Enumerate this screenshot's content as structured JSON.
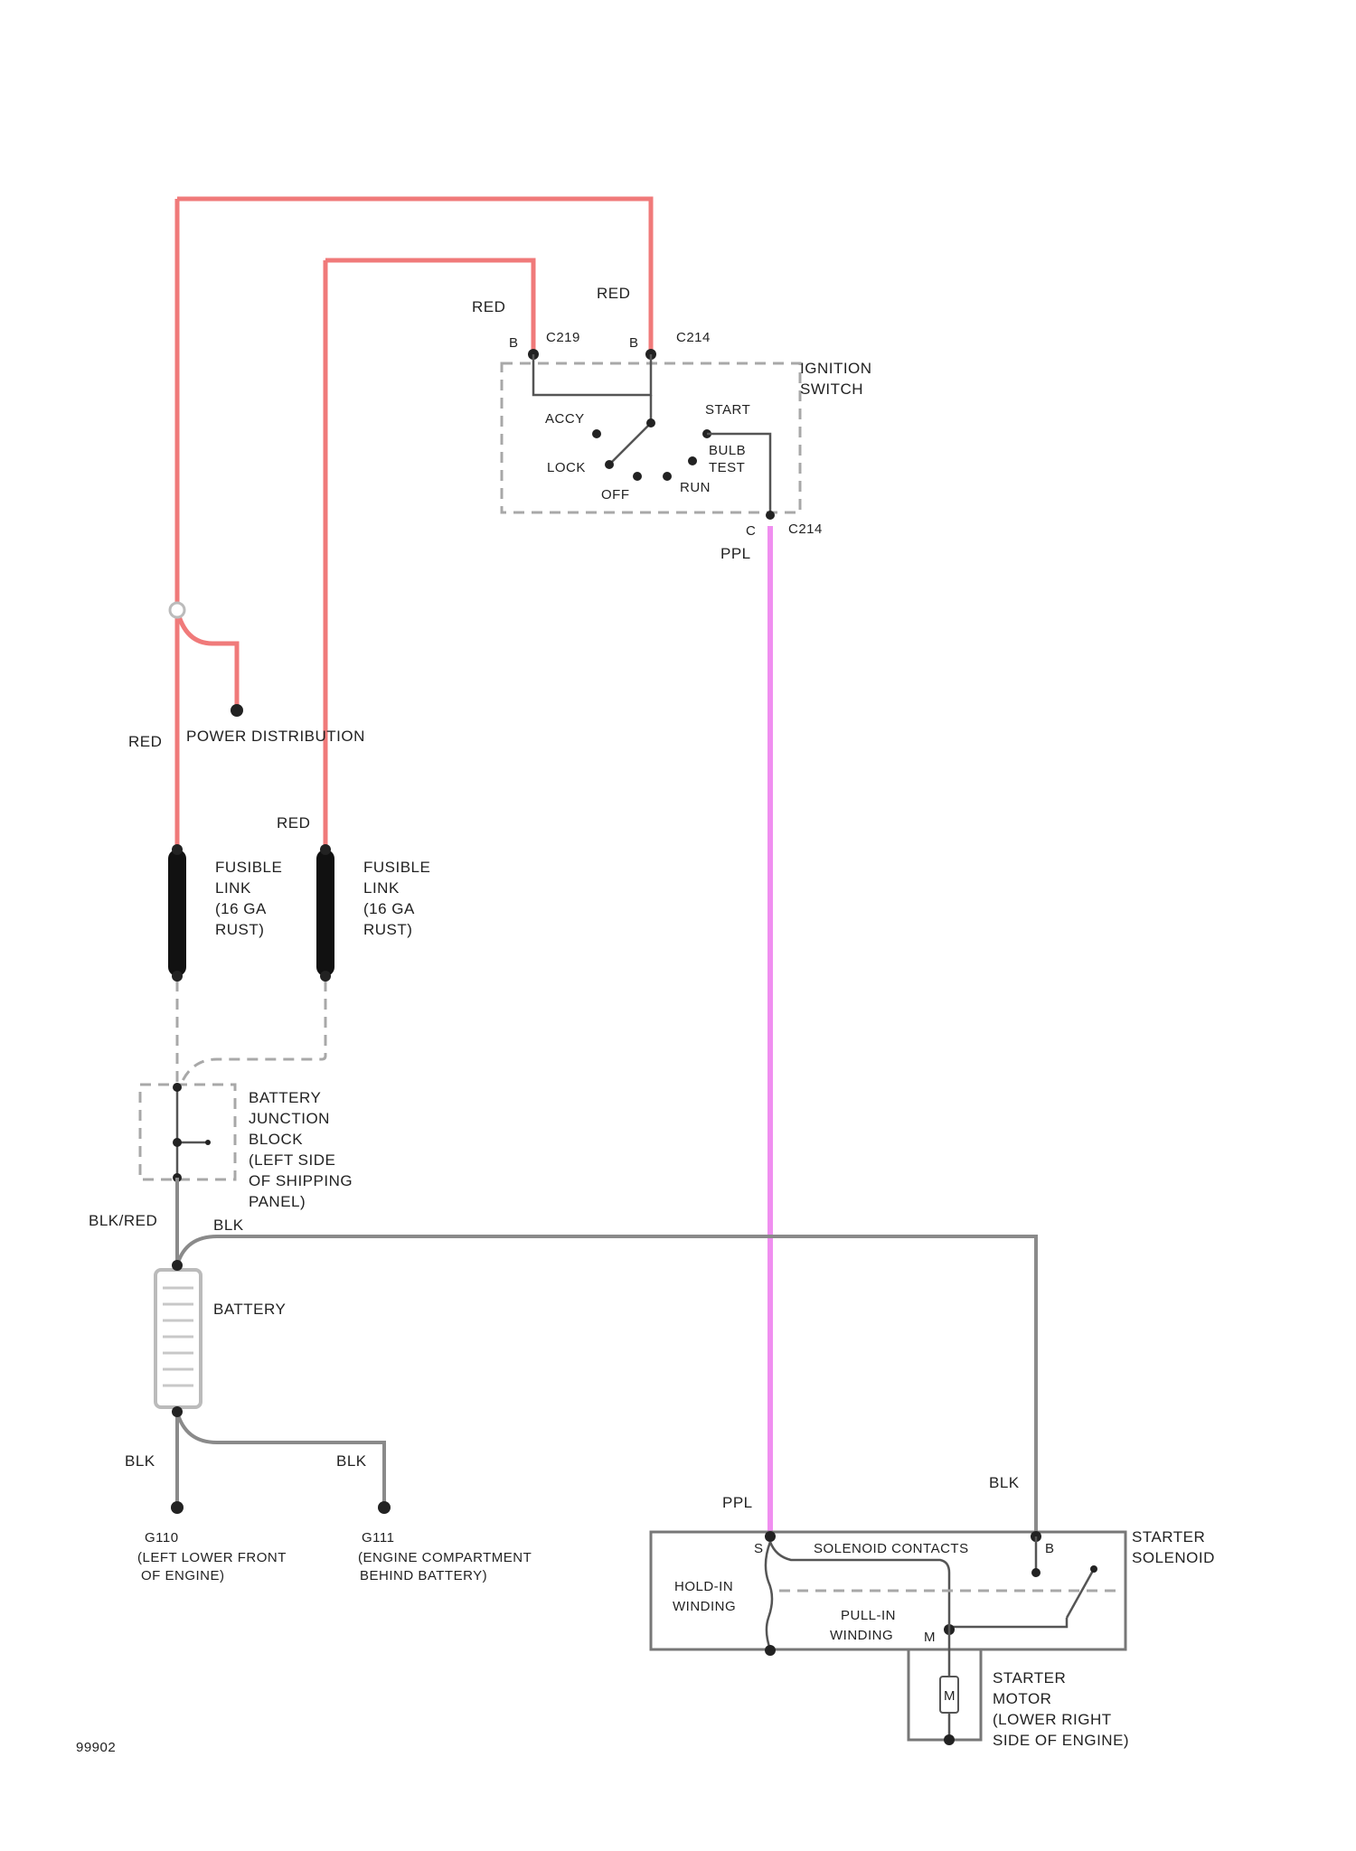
{
  "colors": {
    "red_wire": "#f07a7a",
    "ppl_wire": "#f08ff0",
    "blk_wire": "#8a8a8a"
  },
  "wires": {
    "red_top_a": "RED",
    "red_top_b": "RED",
    "red_left": "RED",
    "red_mid": "RED",
    "ppl_top": "PPL",
    "ppl_bottom": "PPL",
    "blk_red": "BLK/RED",
    "blk_upper": "BLK",
    "blk_ground_left": "BLK",
    "blk_ground_right": "BLK",
    "blk_solenoid": "BLK"
  },
  "connectors": {
    "c219": "C219",
    "c214_top": "C214",
    "c214_bottom": "C214",
    "pin_b1": "B",
    "pin_b2": "B",
    "pin_c": "C",
    "pin_s": "S",
    "pin_b3": "B",
    "pin_m": "M"
  },
  "ignition_switch": {
    "title_line1": "IGNITION",
    "title_line2": "SWITCH",
    "positions": {
      "accy": "ACCY",
      "lock": "LOCK",
      "off": "OFF",
      "run": "RUN",
      "start": "START",
      "bulb_line1": "BULB",
      "bulb_line2": "TEST"
    }
  },
  "power_distribution": "POWER DISTRIBUTION",
  "fusible_link_1": [
    "FUSIBLE",
    "LINK",
    "(16 GA",
    "RUST)"
  ],
  "fusible_link_2": [
    "FUSIBLE",
    "LINK",
    "(16 GA",
    "RUST)"
  ],
  "junction_block": [
    "BATTERY",
    "JUNCTION",
    "BLOCK",
    "(LEFT SIDE",
    "OF SHIPPING",
    "PANEL)"
  ],
  "battery": "BATTERY",
  "ground_left": {
    "id": "G110",
    "line1": "(LEFT LOWER FRONT",
    "line2": "OF ENGINE)"
  },
  "ground_right": {
    "id": "G111",
    "line1": "(ENGINE COMPARTMENT",
    "line2": "BEHIND BATTERY)"
  },
  "starter_solenoid": {
    "title_line1": "STARTER",
    "title_line2": "SOLENOID",
    "contacts": "SOLENOID CONTACTS",
    "hold_in_line1": "HOLD-IN",
    "hold_in_line2": "WINDING",
    "pull_in_line1": "PULL-IN",
    "pull_in_line2": "WINDING"
  },
  "starter_motor": {
    "symbol": "M",
    "line1": "STARTER",
    "line2": "MOTOR",
    "line3": "(LOWER RIGHT",
    "line4": "SIDE OF ENGINE)"
  },
  "figure_id": "99902"
}
